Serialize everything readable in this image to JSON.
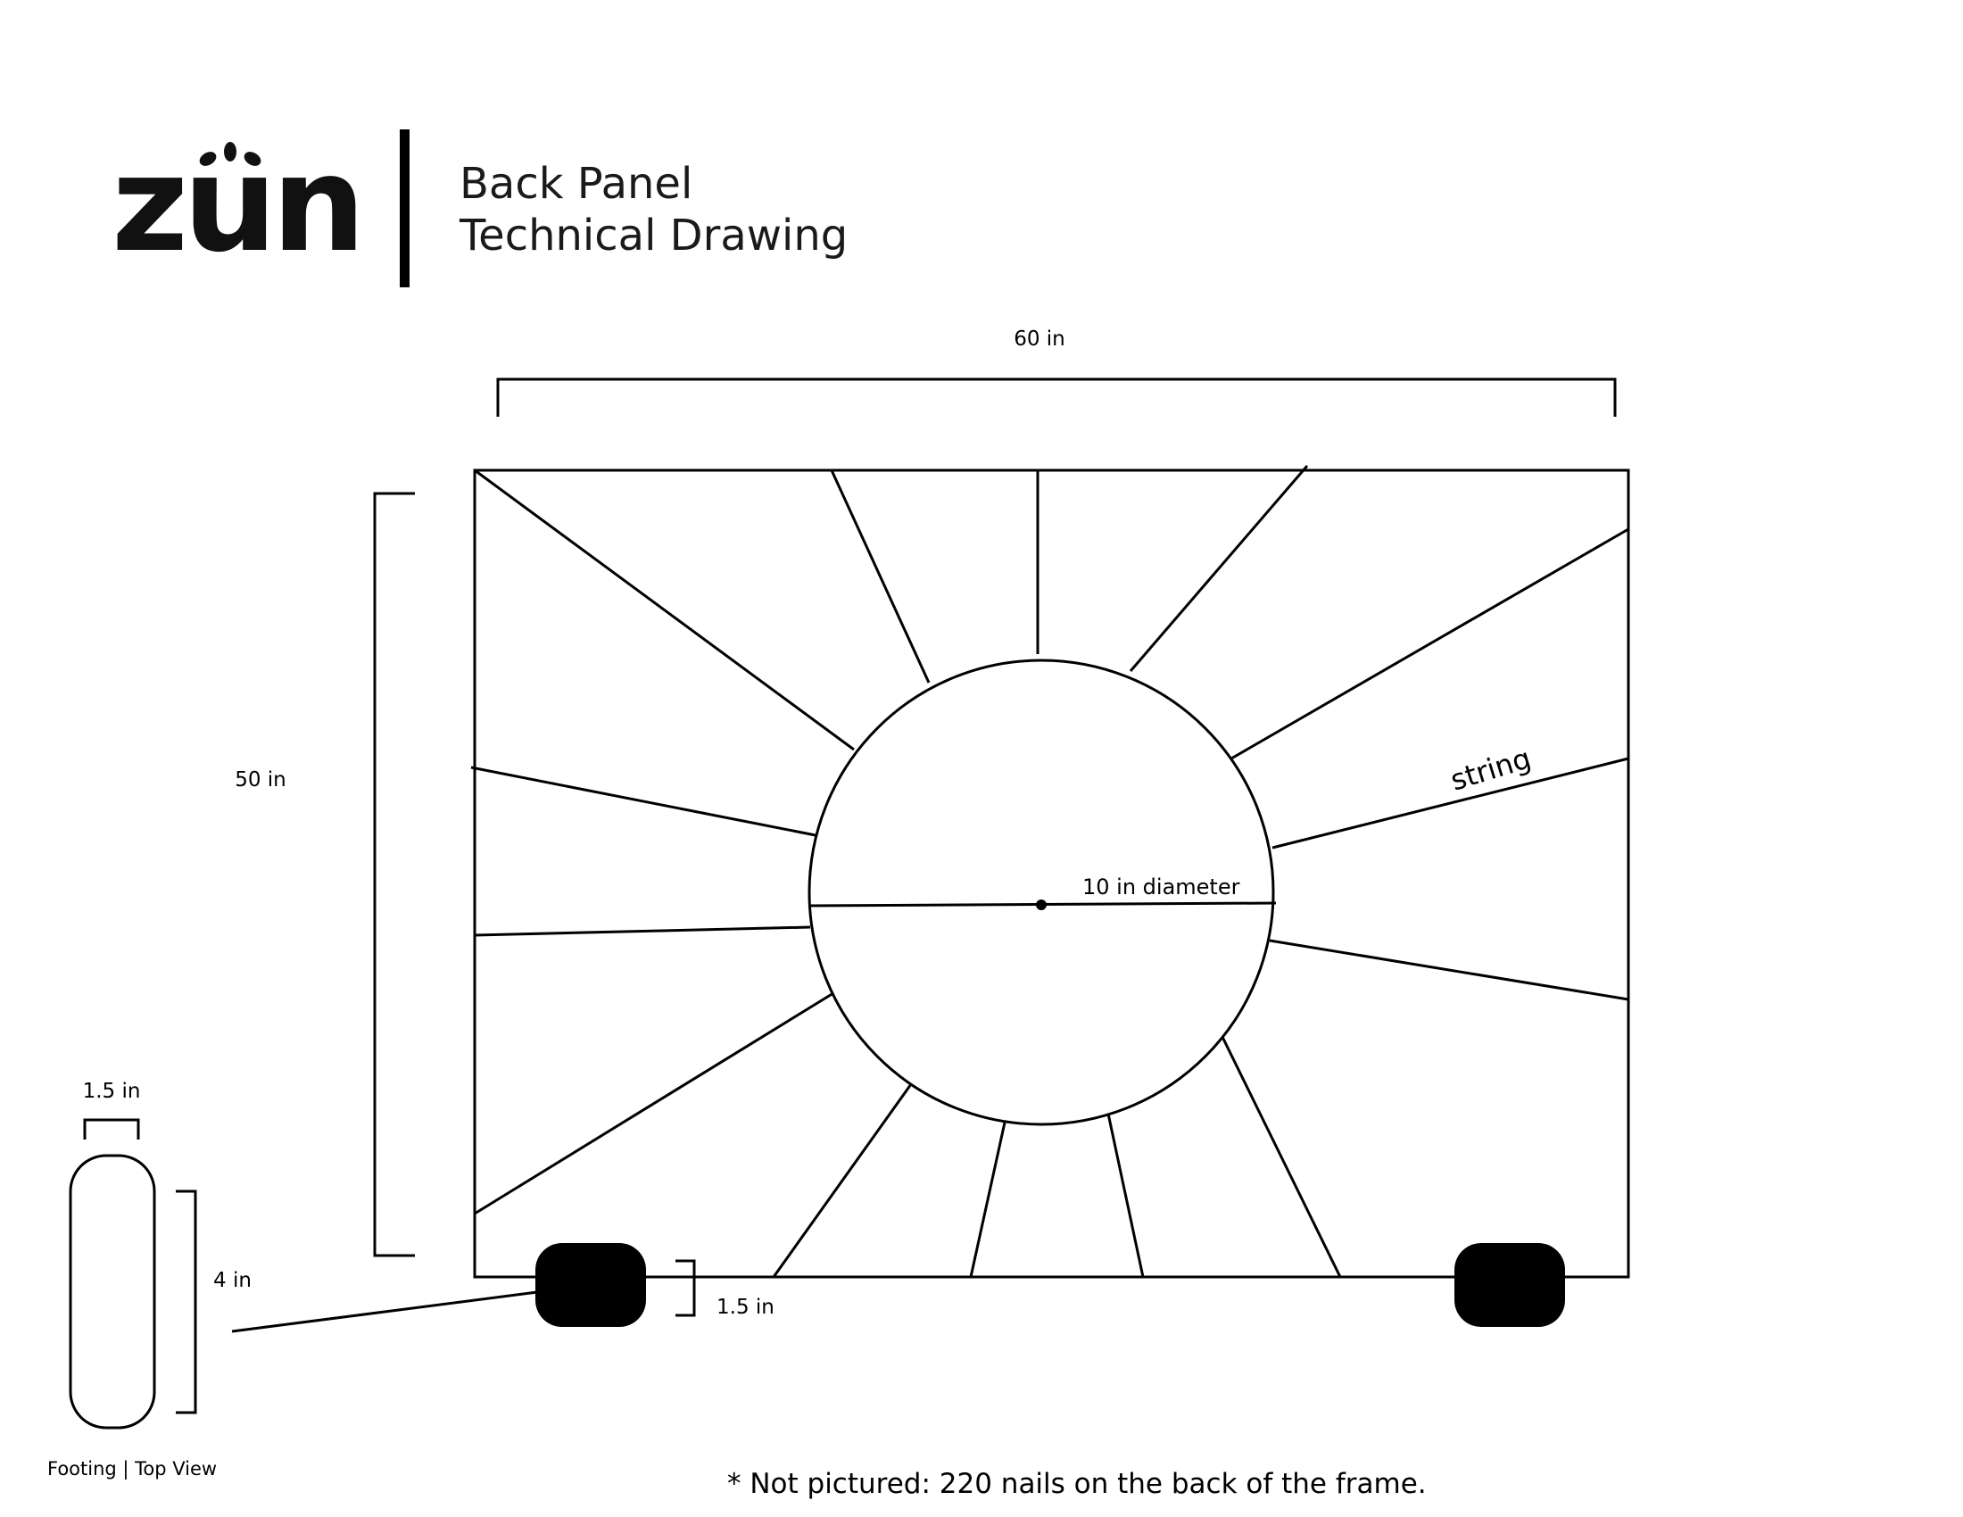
{
  "header": {
    "logo_text": "zun",
    "title_line1": "Back Panel",
    "title_line2": "Technical Drawing"
  },
  "dimensions": {
    "width": "60 in",
    "height": "50 in",
    "circle": "10 in diameter",
    "footing_height": "1.5 in"
  },
  "annotations": {
    "string": "string"
  },
  "footing": {
    "width": "1.5 in",
    "length": "4 in",
    "caption": "Footing | Top View"
  },
  "footnote": "* Not pictured: 220 nails on the back of the frame.",
  "colors": {
    "ink": "#000000"
  }
}
